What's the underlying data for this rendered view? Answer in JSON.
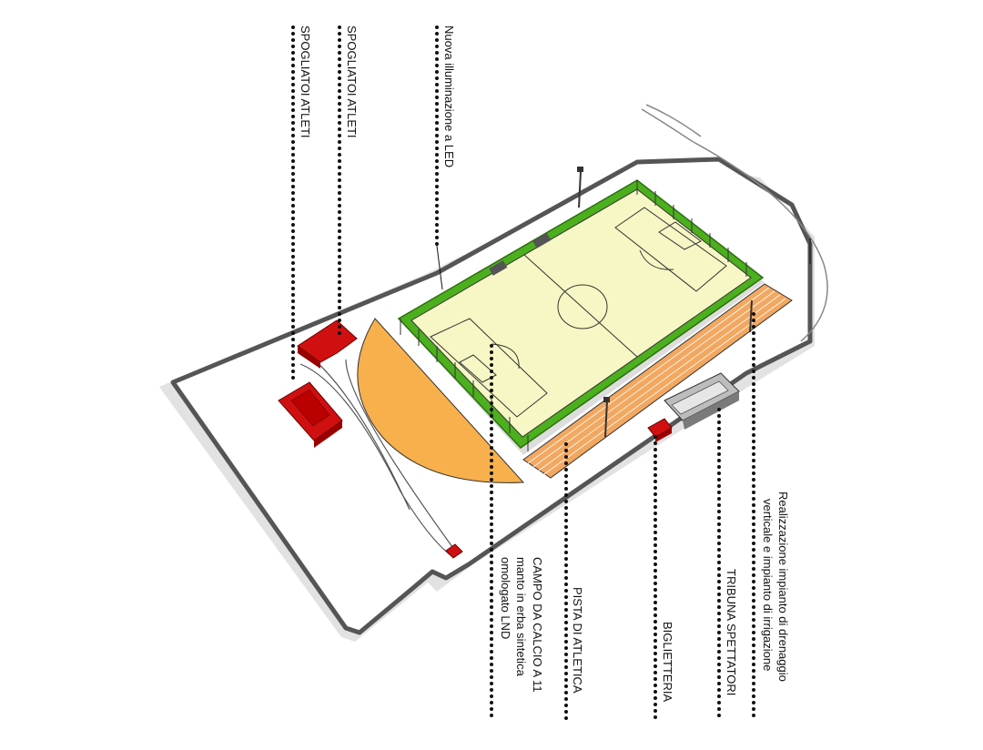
{
  "labels": {
    "spogliatoi_1": "SPOGLIATOI ATLETI",
    "spogliatoi_2": "SPOGLIATOI ATLETI",
    "illuminazione": "Nuova illuminazione a LED",
    "drenaggio_line1": "Realizzazione impianto di drenaggio",
    "drenaggio_line2": "verticale e impianto di irrigazione",
    "tribuna": "TRIBUNA SPETTATORI",
    "biglietteria": "BIGLIETTERIA",
    "pista": "PISTA DI ATLETICA",
    "campo_line1": "CAMPO DA CALCIO A 11",
    "campo_line2": "manto in erba sintetica",
    "campo_line3": "omologato LND"
  },
  "colors": {
    "pitch": "#f6f7c4",
    "pitch_border": "#4caf1e",
    "track": "#f2a860",
    "apron": "#f7b04c",
    "building": "#d01010",
    "wall": "#5a5a5a",
    "shadow": "#c8c8c8",
    "lines": "#222222"
  }
}
